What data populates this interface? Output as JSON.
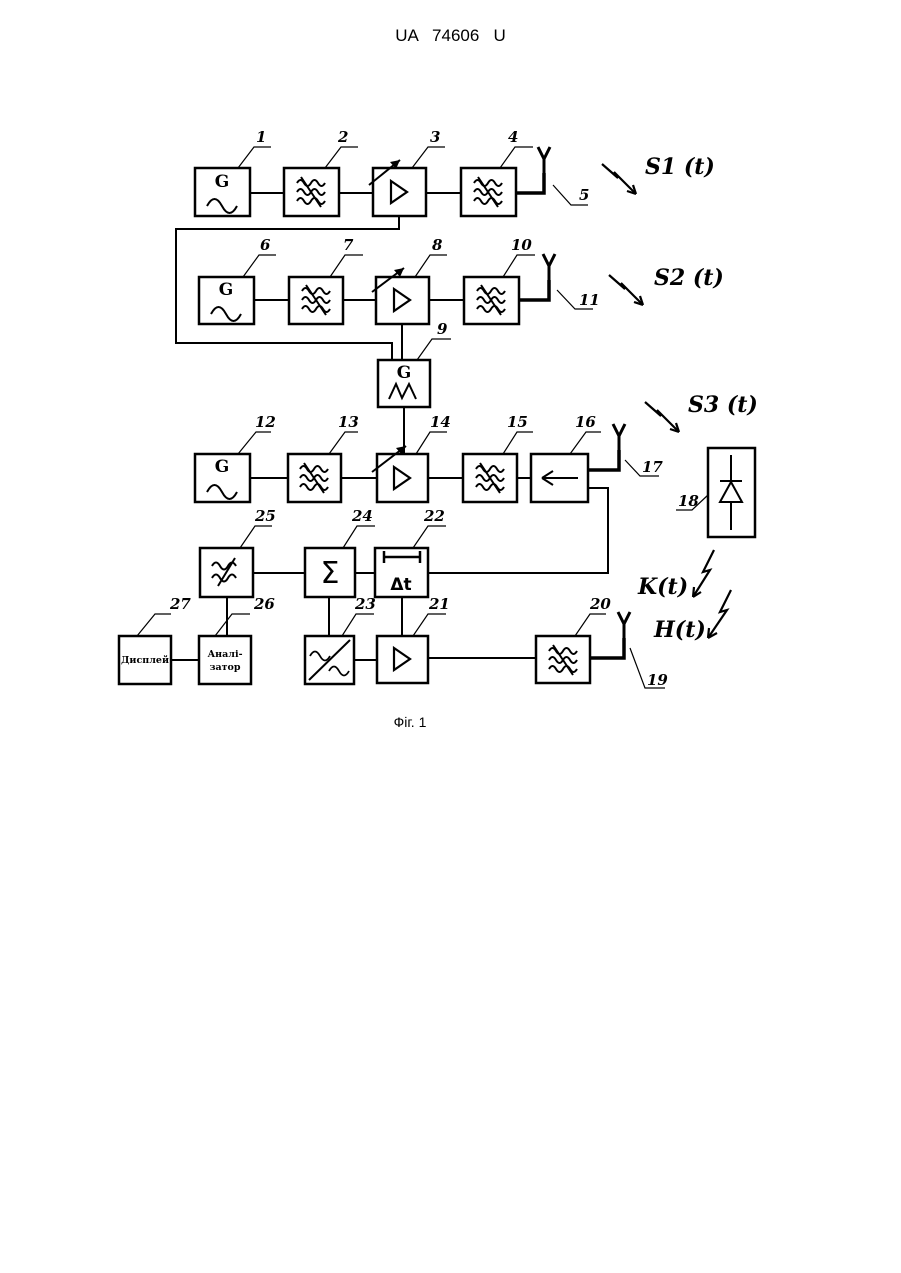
{
  "header": {
    "text": "UA   74606   U"
  },
  "caption": "Фіг. 1",
  "labels": {
    "n1": "1",
    "n2": "2",
    "n3": "3",
    "n4": "4",
    "n5": "5",
    "n6": "6",
    "n7": "7",
    "n8": "8",
    "n9": "9",
    "n10": "10",
    "n11": "11",
    "n12": "12",
    "n13": "13",
    "n14": "14",
    "n15": "15",
    "n16": "16",
    "n17": "17",
    "n18": "18",
    "n19": "19",
    "n20": "20",
    "n21": "21",
    "n22": "22",
    "n23": "23",
    "n24": "24",
    "n25": "25",
    "n26": "26",
    "n27": "27"
  },
  "signals": {
    "s1": "S1 (t)",
    "s2": "S2 (t)",
    "s3": "S3 (t)",
    "k": "K(t)",
    "h": "H(t)"
  },
  "symbols": {
    "g": "G",
    "dt": "Δt",
    "sum": "Σ"
  },
  "blocks": {
    "display": "Дисплей",
    "analyzer_line1": "Аналі-",
    "analyzer_line2": "затор"
  }
}
